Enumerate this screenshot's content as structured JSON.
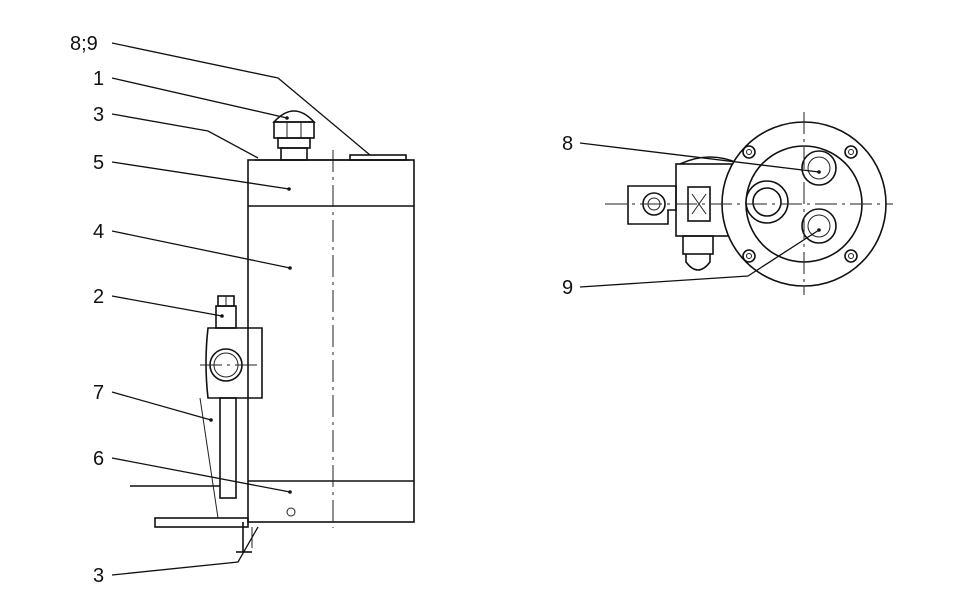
{
  "diagram": {
    "labels": {
      "l89": "8;9",
      "l1": "1",
      "l3a": "3",
      "l5": "5",
      "l4": "4",
      "l2": "2",
      "l7": "7",
      "l6": "6",
      "l3b": "3",
      "l8": "8",
      "l9": "9"
    },
    "colors": {
      "ink": "#111111",
      "paper": "#ffffff"
    }
  }
}
